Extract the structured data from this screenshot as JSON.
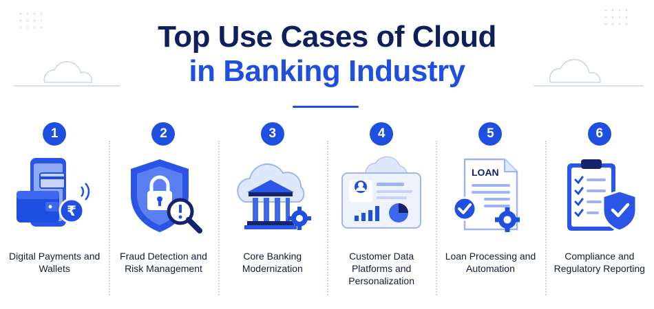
{
  "title": {
    "line1": "Top Use Cases of Cloud",
    "line2": "in Banking Industry"
  },
  "colors": {
    "primary": "#1f4fe0",
    "navy": "#0f1f5c",
    "light": "#dfe7fb"
  },
  "cases": [
    {
      "number": "1",
      "label": "Digital Payments and Wallets",
      "icon": "phone-wallet-rupee-icon"
    },
    {
      "number": "2",
      "label": "Fraud Detection and Risk Management",
      "icon": "shield-lock-magnifier-icon"
    },
    {
      "number": "3",
      "label": "Core Banking Modernization",
      "icon": "cloud-bank-gear-icon"
    },
    {
      "number": "4",
      "label": "Customer Data Platforms and Personalization",
      "icon": "dashboard-profile-chart-icon"
    },
    {
      "number": "5",
      "label": "Loan Processing and Automation",
      "icon": "loan-document-check-gear-icon"
    },
    {
      "number": "6",
      "label": "Compliance and Regulatory Reporting",
      "icon": "clipboard-checklist-shield-icon"
    }
  ],
  "loan_document_text": "LOAN"
}
